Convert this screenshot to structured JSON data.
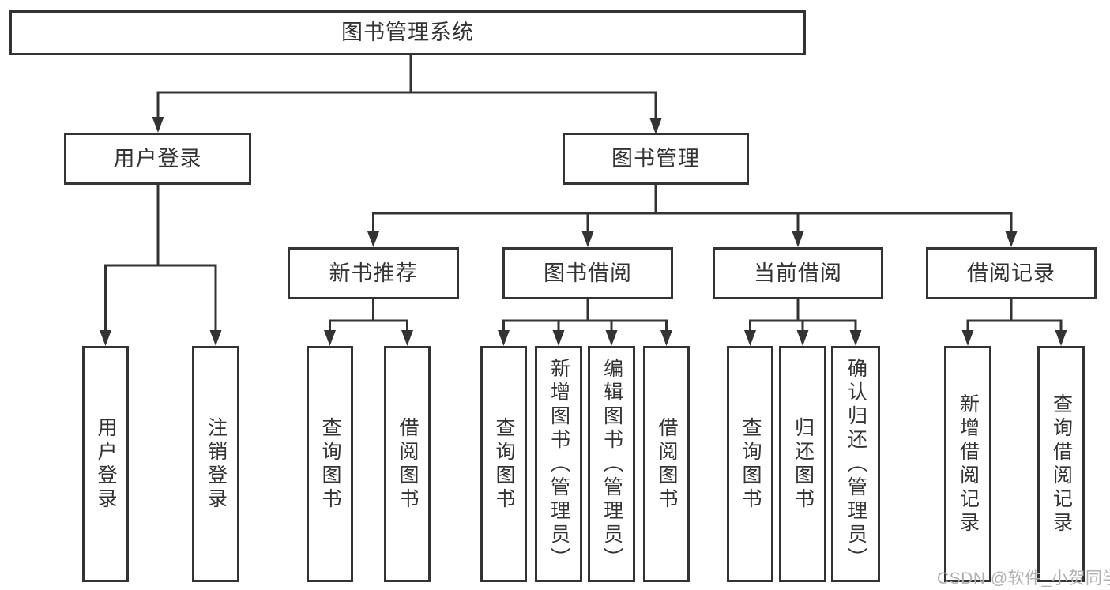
{
  "page": {
    "background": "#ffffff"
  },
  "diagram": {
    "type": "hierarchy-tree",
    "line_color": "#333333",
    "text_color": "#333333",
    "box_background": "#ffffff",
    "watermark": "CSDN @软件_小贺同学",
    "watermark_color": "#b2b2b2",
    "tree": {
      "label": "图书管理系统",
      "children": [
        {
          "label": "用户登录",
          "children": [
            {
              "label": "用户登录"
            },
            {
              "label": "注销登录"
            }
          ]
        },
        {
          "label": "图书管理",
          "children": [
            {
              "label": "新书推荐",
              "children": [
                {
                  "label": "查询图书"
                },
                {
                  "label": "借阅图书"
                }
              ]
            },
            {
              "label": "图书借阅",
              "children": [
                {
                  "label": "查询图书"
                },
                {
                  "label": "新增图书（管理员）"
                },
                {
                  "label": "编辑图书（管理员）"
                },
                {
                  "label": "借阅图书"
                }
              ]
            },
            {
              "label": "当前借阅",
              "children": [
                {
                  "label": "查询图书"
                },
                {
                  "label": "归还图书"
                },
                {
                  "label": "确认归还（管理员）"
                }
              ]
            },
            {
              "label": "借阅记录",
              "children": [
                {
                  "label": "新增借阅记录"
                },
                {
                  "label": "查询借阅记录"
                }
              ]
            }
          ]
        }
      ]
    }
  }
}
